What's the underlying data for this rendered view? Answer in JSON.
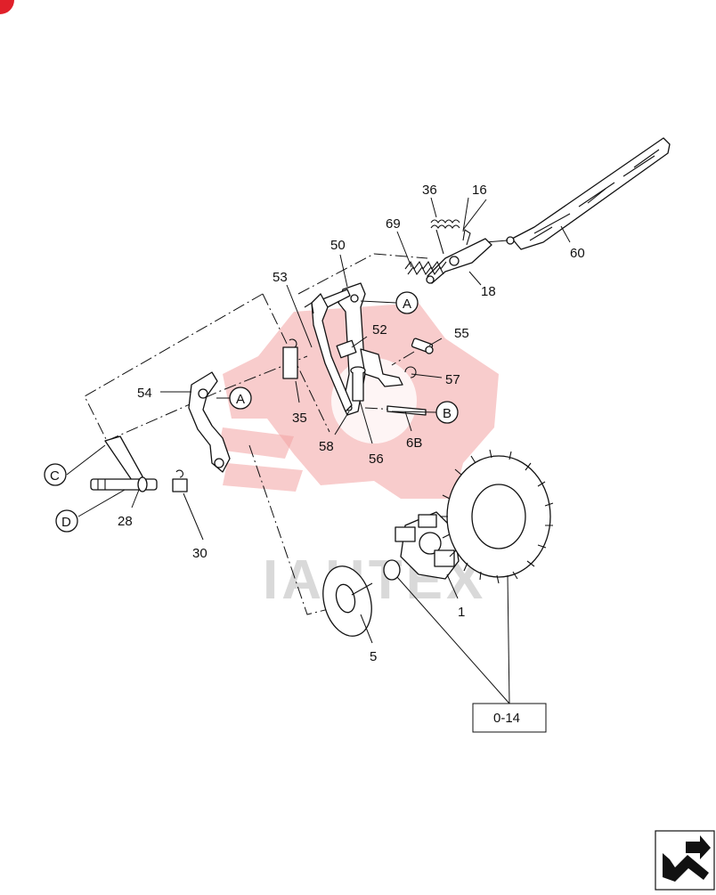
{
  "corner_badge": {
    "color": "#e0202a"
  },
  "watermark": {
    "text": "IAHTEX",
    "gear_color": "#f2a2a2"
  },
  "parts": [
    {
      "id": "p16",
      "label": "16"
    },
    {
      "id": "p36",
      "label": "36"
    },
    {
      "id": "p69",
      "label": "69"
    },
    {
      "id": "p50",
      "label": "50"
    },
    {
      "id": "p60",
      "label": "60"
    },
    {
      "id": "p18",
      "label": "18"
    },
    {
      "id": "p53",
      "label": "53"
    },
    {
      "id": "p52",
      "label": "52"
    },
    {
      "id": "p55",
      "label": "55"
    },
    {
      "id": "p57",
      "label": "57"
    },
    {
      "id": "p54",
      "label": "54"
    },
    {
      "id": "p35",
      "label": "35"
    },
    {
      "id": "p6b",
      "label": "6B"
    },
    {
      "id": "p58",
      "label": "58"
    },
    {
      "id": "p56",
      "label": "56"
    },
    {
      "id": "p28",
      "label": "28"
    },
    {
      "id": "p30",
      "label": "30"
    },
    {
      "id": "p1",
      "label": "1"
    },
    {
      "id": "p5",
      "label": "5"
    }
  ],
  "callouts": [
    {
      "id": "cA1",
      "letter": "A"
    },
    {
      "id": "cA2",
      "letter": "A"
    },
    {
      "id": "cB",
      "letter": "B"
    },
    {
      "id": "cC",
      "letter": "C"
    },
    {
      "id": "cD",
      "letter": "D"
    }
  ],
  "reference_box": {
    "text": "0-14"
  },
  "nav_icon": "return-arrow-icon"
}
